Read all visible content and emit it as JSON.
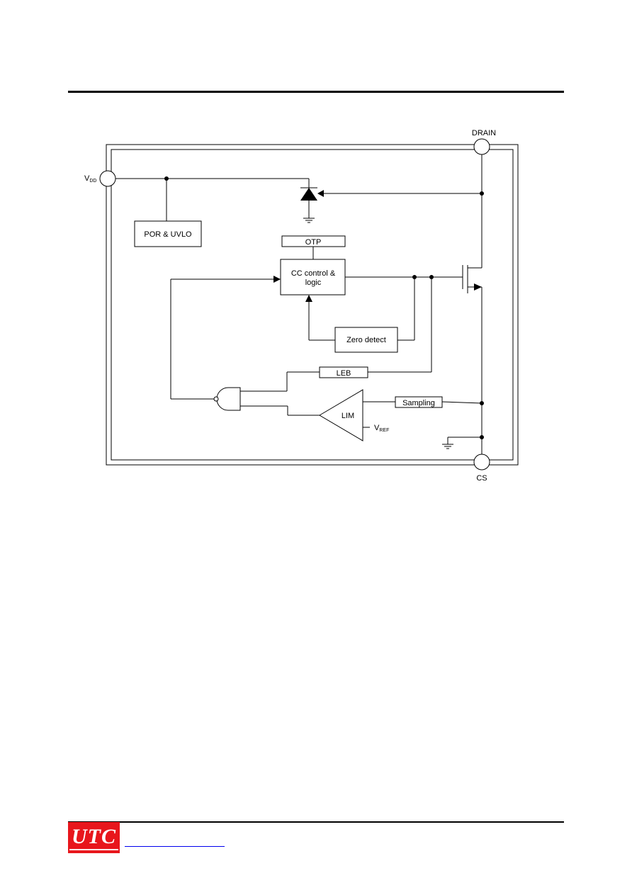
{
  "diagram": {
    "pins": {
      "drain": "DRAIN",
      "vdd_main": "V",
      "vdd_sub": "DD",
      "cs": "CS"
    },
    "blocks": {
      "por_uvlo": "POR & UVLO",
      "otp": "OTP",
      "cc_control_line1": "CC control &",
      "cc_control_line2": "logic",
      "zero_detect": "Zero detect",
      "leb": "LEB",
      "lim": "LIM",
      "sampling": "Sampling"
    },
    "reference": {
      "main": "V",
      "sub": "REF"
    }
  },
  "footer": {
    "logo_text": "UTC"
  }
}
